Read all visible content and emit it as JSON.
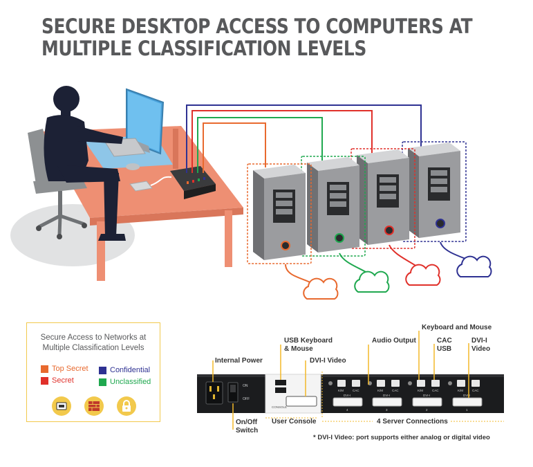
{
  "title": {
    "line1": "SECURE DESKTOP ACCESS TO COMPUTERS AT",
    "line2": "MULTIPLE CLASSIFICATION LEVELS"
  },
  "colors": {
    "top_secret": "#e8692e",
    "secret": "#e0302a",
    "confidential": "#2e3192",
    "unclassified": "#1fa84f",
    "accent_yellow": "#f2c94c",
    "desk": "#ee8f73",
    "title_gray": "#58595b"
  },
  "legend": {
    "title_line1": "Secure Access to Networks at",
    "title_line2": "Multiple Classification Levels",
    "items": [
      {
        "label": "Top Secret",
        "color": "#e8692e"
      },
      {
        "label": "Secret",
        "color": "#e0302a"
      },
      {
        "label": "Confidential",
        "color": "#2e3192"
      },
      {
        "label": "Unclassified",
        "color": "#1fa84f"
      }
    ],
    "icons": [
      "usb-drive-icon",
      "firewall-icon",
      "padlock-icon"
    ]
  },
  "labels": {
    "internal_power": "Internal Power",
    "usb_kbd_line1": "USB Keyboard",
    "usb_kbd_line2": "& Mouse",
    "dvi_video": "DVI-I Video",
    "audio_output": "Audio Output",
    "kbd_mouse": "Keyboard and Mouse",
    "cac_line1": "CAC",
    "cac_line2": "USB",
    "dvii_line1": "DVI-I",
    "dvii_line2": "Video",
    "onoff_line1": "On/Off",
    "onoff_line2": "Switch",
    "user_console": "User Console",
    "server_connections": "4 Server Connections",
    "footnote": "* DVI-I Video: port supports either analog or digital video"
  },
  "panel_text": {
    "port_km": "K/M",
    "port_cac": "CAC",
    "port_dvi": "DVI-I",
    "console": "CONSOLE",
    "on": "ON",
    "off": "OFF",
    "numbers": [
      "4",
      "3",
      "2",
      "1"
    ]
  }
}
